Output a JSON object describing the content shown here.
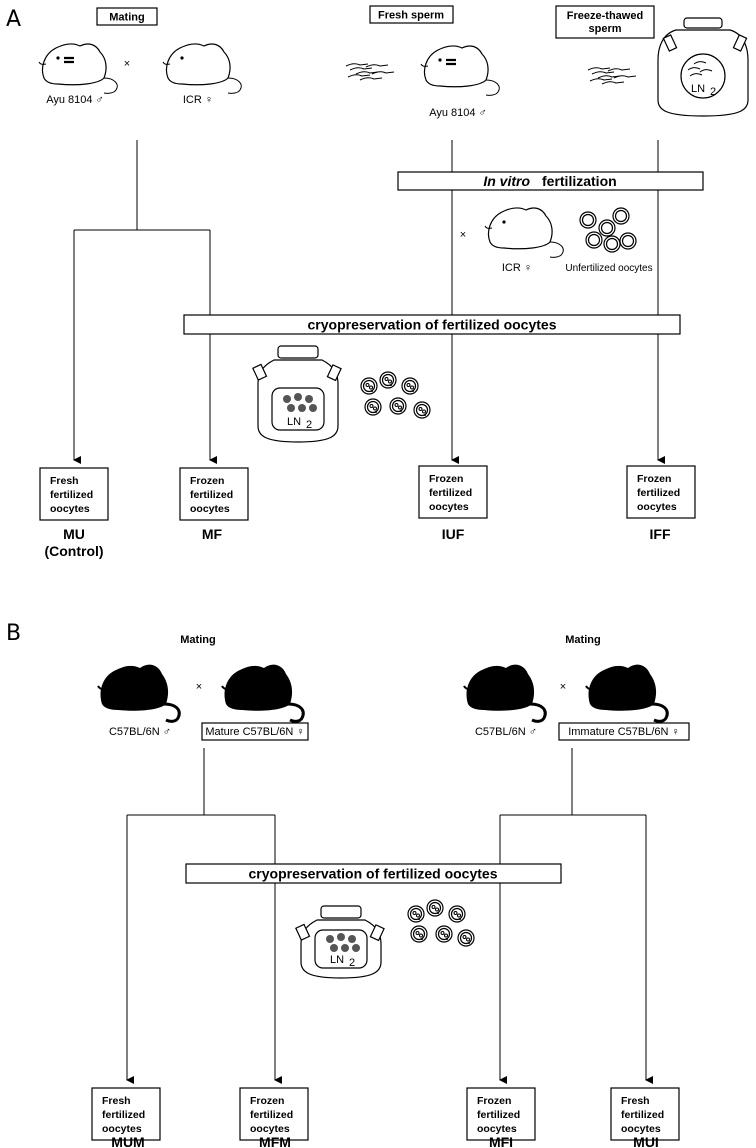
{
  "panelA": {
    "letter": "A",
    "mating_header": "Mating",
    "fresh_sperm_header": "Fresh sperm",
    "freeze_thawed_header_line1": "Freeze-thawed",
    "freeze_thawed_header_line2": "sperm",
    "male_label": "Ayu 8104 ♂",
    "female_label": "ICR ♀",
    "male_label_2": "Ayu 8104 ♂",
    "cross_symbol": "×",
    "ivf_italic": "In vitro",
    "ivf_rest": "fertilization",
    "ivf_female_label": "ICR ♀",
    "unfertilized_label": "Unfertilized oocytes",
    "cryo_bar": "cryopreservation of fertilized oocytes",
    "ln2_label": "LN",
    "ln2_sub": "2",
    "outcomes": [
      {
        "line1": "Fresh",
        "line2": "fertilized",
        "line3": "oocytes",
        "group": "MU",
        "group2": "(Control)"
      },
      {
        "line1": "Frozen",
        "line2": "fertilized",
        "line3": "oocytes",
        "group": "MF",
        "group2": ""
      },
      {
        "line1": "Frozen",
        "line2": "fertilized",
        "line3": "oocytes",
        "group": "IUF",
        "group2": ""
      },
      {
        "line1": "Frozen",
        "line2": "fertilized",
        "line3": "oocytes",
        "group": "IFF",
        "group2": ""
      }
    ]
  },
  "panelB": {
    "letter": "B",
    "mating_header_left": "Mating",
    "mating_header_right": "Mating",
    "male_left": "C57BL/6N ♂",
    "female_left": "Mature C57BL/6N ♀",
    "male_right": "C57BL/6N ♂",
    "female_right": "Immature C57BL/6N ♀",
    "cross_symbol": "×",
    "cryo_bar": "cryopreservation of fertilized oocytes",
    "ln2_label": "LN",
    "ln2_sub": "2",
    "outcomes": [
      {
        "line1": "Fresh",
        "line2": "fertilized",
        "line3": "oocytes",
        "group": "MUM"
      },
      {
        "line1": "Frozen",
        "line2": "fertilized",
        "line3": "oocytes",
        "group": "MFM"
      },
      {
        "line1": "Frozen",
        "line2": "fertilized",
        "line3": "oocytes",
        "group": "MFI"
      },
      {
        "line1": "Fresh",
        "line2": "fertilized",
        "line3": "oocytes",
        "group": "MUI"
      }
    ]
  }
}
